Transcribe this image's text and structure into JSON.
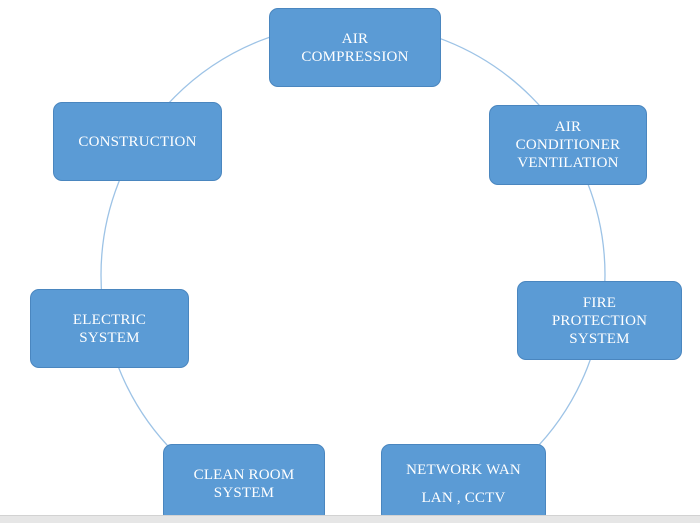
{
  "diagram": {
    "nodes": [
      {
        "id": "air-compression",
        "label": "AIR\nCOMPRESSION"
      },
      {
        "id": "air-conditioner-ventilation",
        "label": "AIR\nCONDITIONER\nVENTILATION"
      },
      {
        "id": "fire-protection-system",
        "label": "FIRE\nPROTECTION\nSYSTEM"
      },
      {
        "id": "network-wan-lan-cctv",
        "label": "NETWORK WAN\n\nLAN , CCTV"
      },
      {
        "id": "clean-room-system",
        "label": "CLEAN ROOM\nSYSTEM"
      },
      {
        "id": "electric-system",
        "label": "ELECTRIC\nSYSTEM"
      },
      {
        "id": "construction",
        "label": "CONSTRUCTION"
      }
    ],
    "colors": {
      "node_fill": "#5b9bd5",
      "node_text": "#ffffff",
      "ring": "#9dc3e6"
    }
  }
}
